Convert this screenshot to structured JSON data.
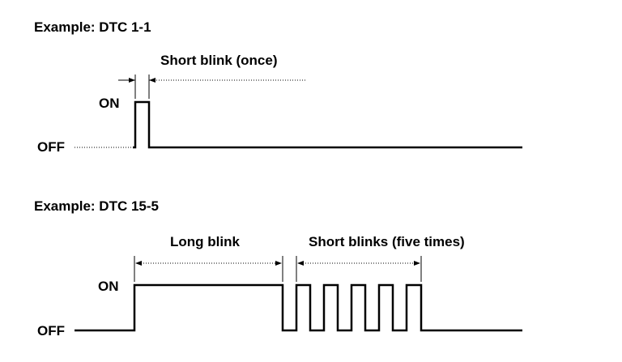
{
  "example1": {
    "title": "Example: DTC 1-1",
    "on_label": "ON",
    "off_label": "OFF",
    "short_blink_label": "Short blink (once)"
  },
  "example2": {
    "title": "Example: DTC 15-5",
    "on_label": "ON",
    "off_label": "OFF",
    "long_blink_label": "Long blink",
    "short_blinks_label": "Short blinks (five times)"
  }
}
